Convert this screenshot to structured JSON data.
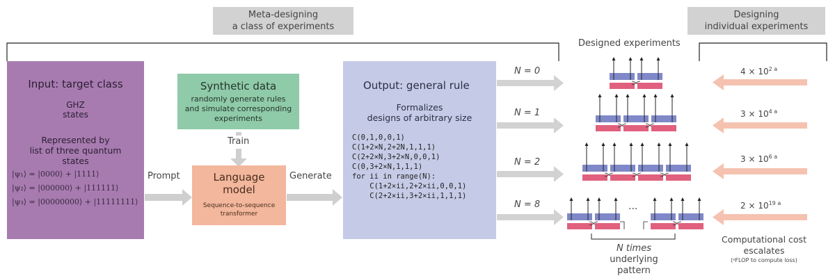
{
  "headers": {
    "meta_line1": "Meta-designing",
    "meta_line2": "a class of experiments",
    "indiv_line1": "Designing",
    "indiv_line2": "individual experiments"
  },
  "input": {
    "title": "Input: target class",
    "class_line1": "GHZ",
    "class_line2": "states",
    "rep_line1": "Represented by",
    "rep_line2": "list of three quantum",
    "rep_line3": "states",
    "states": [
      "|ψ₁⟩ = |0000⟩ + |1111⟩",
      "|ψ₂⟩ = |000000⟩ + |111111⟩",
      "|ψ₃⟩ = |00000000⟩ + |11111111⟩"
    ]
  },
  "synthetic": {
    "title": "Synthetic data",
    "line1": "randomly generate rules",
    "line2": "and simulate corresponding",
    "line3": "experiments"
  },
  "arrows": {
    "train": "Train",
    "prompt": "Prompt",
    "generate": "Generate"
  },
  "model": {
    "title_line1": "Language",
    "title_line2": "model",
    "sub_line1": "Sequence-to-sequence",
    "sub_line2": "transformer"
  },
  "output": {
    "title": "Output: general rule",
    "desc_line1": "Formalizes",
    "desc_line2": "designs of arbitrary size",
    "code": [
      "C(0,1,0,0,1)",
      "C(1+2×N,2+2N,1,1,1)",
      "C(2+2×N,3+2×N,0,0,1)",
      "C(0,3+2×N,1,1,1)",
      "for ii in range(N):",
      "    C(1+2×ii,2+2×ii,0,0,1)",
      "    C(2+2×ii,3+2×ii,1,1,1)"
    ]
  },
  "designs": {
    "title": "Designed experiments",
    "n_labels": [
      "N = 0",
      "N = 1",
      "N = 2",
      "N = 8"
    ],
    "ellipsis": "...",
    "times_line1": "N times",
    "times_line2": "underlying pattern"
  },
  "costs": {
    "values": [
      {
        "mantissa": "4 × 10",
        "exp": "2 a"
      },
      {
        "mantissa": "3 × 10",
        "exp": "4 a"
      },
      {
        "mantissa": "3 × 10",
        "exp": "6 a"
      },
      {
        "mantissa": "2 × 10",
        "exp": "19 a"
      }
    ],
    "caption_line1": "Computational cost",
    "caption_line2": "escalates",
    "footnote": "(ᵃFLOP to compute loss)"
  },
  "colors": {
    "purple": "#a77bb0",
    "green": "#8fcaa9",
    "salmon": "#f2b79c",
    "blue": "#c5cbe6",
    "arrow_grey": "#cfcfcf",
    "arrow_pink": "#f5c2b0",
    "bar_blue": "#7f88c8",
    "bar_pink": "#e0607e"
  }
}
